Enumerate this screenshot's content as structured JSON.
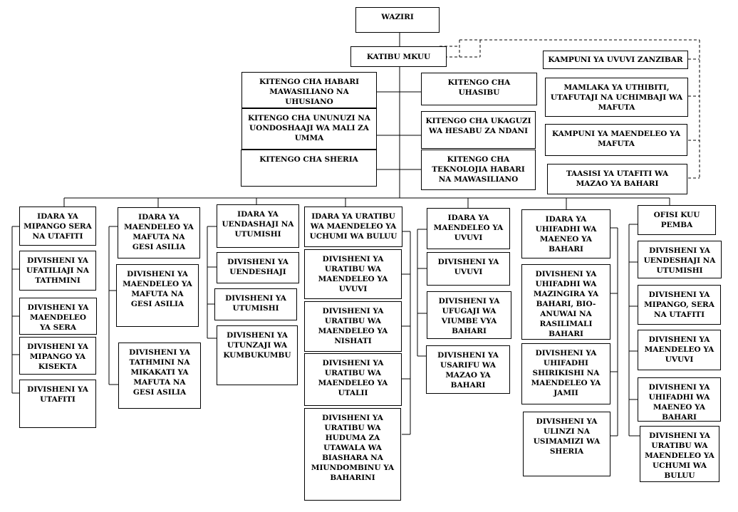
{
  "chart": {
    "top": {
      "waziri": "WAZIRI",
      "katibu_mkuu": "KATIBU MKUU"
    },
    "units_left": [
      "KITENGO CHA HABARI\nMAWASILIANO NA UHUSIANO",
      "KITENGO CHA UNUNUZI NA\nUONDOSHAAJI WA MALI ZA\nUMMA",
      "KITENGO CHA SHERIA"
    ],
    "units_right": [
      "KITENGO CHA\nUHASIBU",
      "KITENGO CHA UKAGUZI\nWA HESABU ZA NDANI",
      "KITENGO CHA\nTEKNOLOJIA HABARI\nNA MAWASILIANO"
    ],
    "institutions": [
      "KAMPUNI YA UVUVI ZANZIBAR",
      "MAMLAKA YA UTHIBITI,\nUTAFUTAJI NA UCHIMBAJI WA\nMAFUTA",
      "KAMPUNI YA MAENDELEO YA\nMAFUTA",
      "TAASISI YA UTAFITI WA\nMAZAO YA BAHARI"
    ],
    "departments": [
      {
        "name": "IDARA YA\nMIPANGO SERA\nNA UTAFITI",
        "divisions": [
          "DIVISHENI YA\nUFATILIAJI NA\nTATHMINI",
          "DIVISHENI YA\nMAENDELEO\nYA SERA",
          "DIVISHENI YA\nMIPANGO YA\nKISEKTA",
          "DIVISHENI YA\nUTAFITI"
        ]
      },
      {
        "name": "IDARA YA\nMAENDELEO YA\nMAFUTA NA\nGESI ASILIA",
        "divisions": [
          "DIVISHENI YA\nMAENDELEO YA\nMAFUTA NA\nGESI ASILIA",
          "DIVISHENI YA\nTATHMINI NA\nMIKAKATI YA\nMAFUTA NA\nGESI ASILIA"
        ]
      },
      {
        "name": "IDARA YA\nUENDASHAJI NA\nUTUMISHI",
        "divisions": [
          "DIVISHENI YA\nUENDESHAJI",
          "DIVISHENI YA\nUTUMISHI",
          "DIVISHENI YA\nUTUNZAJI WA\nKUMBUKUMBU"
        ]
      },
      {
        "name": "IDARA YA URATIBU\nWA MAENDELEO YA\nUCHUMI WA BULUU",
        "divisions": [
          "DIVISHENI YA\nURATIBU WA\nMAENDELEO YA\nUVUVI",
          "DIVISHENI YA\nURATIBU WA\nMAENDELEO YA\nNISHATI",
          "DIVISHENI YA\nURATIBU WA\nMAENDELEO YA\nUTALII",
          "DIVISHENI YA\nURATIBU WA\nHUDUMA ZA\nUTAWALA WA\nBIASHARA NA\nMIUNDOMBINU YA\nBAHARINI"
        ]
      },
      {
        "name": "IDARA YA\nMAENDELEO YA\nUVUVI",
        "divisions": [
          "DIVISHENI YA\nUVUVI",
          "DIVISHENI YA\nUFUGAJI WA\nVIUMBE VYA\nBAHARI",
          "DIVISHENI YA\nUSARIFU WA\nMAZAO YA\nBAHARI"
        ]
      },
      {
        "name": "IDARA YA\nUHIFADHI WA\nMAENEO YA\nBAHARI",
        "divisions": [
          "DIVISHENI YA\nUHIFADHI WA\nMAZINGIRA YA\nBAHARI, BIO-\nANUWAI NA\nRASILIMALI\nBAHARI",
          "DIVISHENI YA\nUHIFADHI\nSHIRIKISHI NA\nMAENDELEO YA\nJAMII",
          "DIVISHENI YA\nULINZI NA\nUSIMAMIZI WA\nSHERIA"
        ]
      },
      {
        "name": "OFISI KUU\nPEMBA",
        "divisions": [
          "DIVISHENI YA\nUENDESHAJI NA\nUTUMISHI",
          "DIVISHENI YA\nMIPANGO, SERA\nNA UTAFITI",
          "DIVISHENI YA\nMAENDELEO YA\nUVUVI",
          "DIVISHENI YA\nUHIFADHI WA\nMAENEO YA\nBAHARI",
          "DIVISHENI YA\nURATIBU WA\nMAENDELEO YA\nUCHUMI WA\nBULUU"
        ]
      }
    ]
  }
}
